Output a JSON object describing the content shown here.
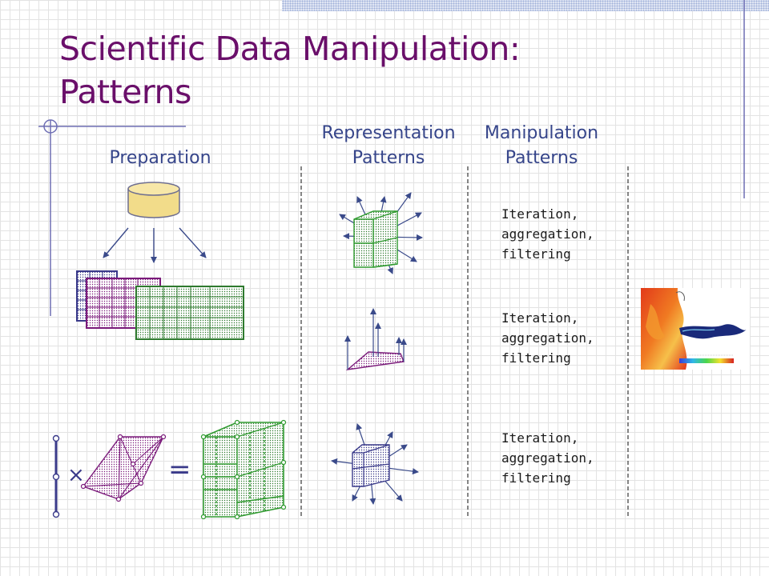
{
  "slide": {
    "title_line1": "Scientific Data Manipulation:",
    "title_line2": "Patterns"
  },
  "columns": {
    "preparation": "Preparation",
    "representation": {
      "line1": "Representation",
      "line2": "Patterns"
    },
    "manipulation": {
      "line1": "Manipulation",
      "line2": "Patterns"
    }
  },
  "manipulation_rows": [
    {
      "line1": "Iteration,",
      "line2": "aggregation,",
      "line3": "filtering"
    },
    {
      "line1": "Iteration,",
      "line2": "aggregation,",
      "line3": "filtering"
    },
    {
      "line1": "Iteration,",
      "line2": "aggregation,",
      "line3": "filtering"
    }
  ],
  "operators": {
    "times": "×",
    "equals": "="
  },
  "colors": {
    "title": "#6a0f6a",
    "heading": "#36458a",
    "database": "#f2dc8a",
    "grid_green": "#2e9a2e",
    "grid_purple": "#7a1a7a",
    "grid_blue": "#3a3a8a",
    "arrow": "#3a4a8a"
  }
}
